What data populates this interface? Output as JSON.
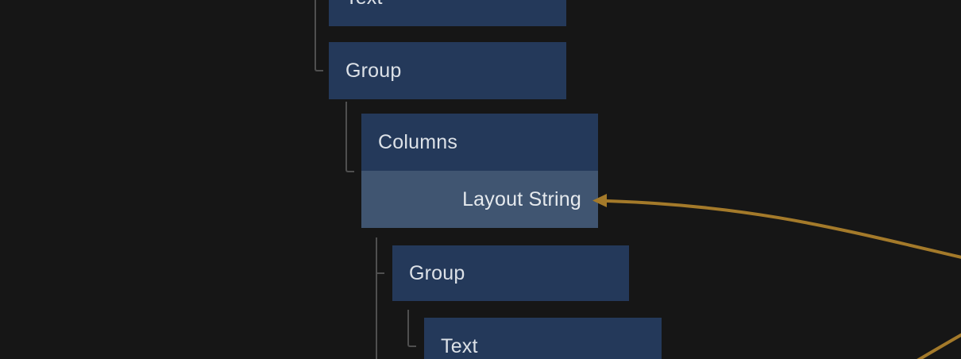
{
  "panel": {
    "type": "node-tree-graph",
    "background_color": "#161616"
  },
  "colors": {
    "node_fill": "#24395a",
    "port_fill": "#405571",
    "node_text": "#dce1e7",
    "tree_line": "#4f4f4f",
    "wire": "#a47a2a"
  },
  "tree": {
    "nodes": [
      {
        "label": "Text",
        "depth": 0,
        "note": "clipped at top edge"
      },
      {
        "label": "Group",
        "depth": 0
      },
      {
        "label": "Columns",
        "depth": 1,
        "port": {
          "label": "Layout String",
          "direction": "input",
          "connected": true
        }
      },
      {
        "label": "Group",
        "depth": 2
      },
      {
        "label": "Text",
        "depth": 3,
        "note": "clipped at bottom edge"
      }
    ]
  },
  "wires": [
    {
      "name": "layout-string-input-wire",
      "color": "#a47a2a",
      "target_port": "Layout String",
      "arrowhead": "left"
    },
    {
      "name": "offscreen-wire-bottom-right",
      "color": "#a47a2a"
    }
  ]
}
